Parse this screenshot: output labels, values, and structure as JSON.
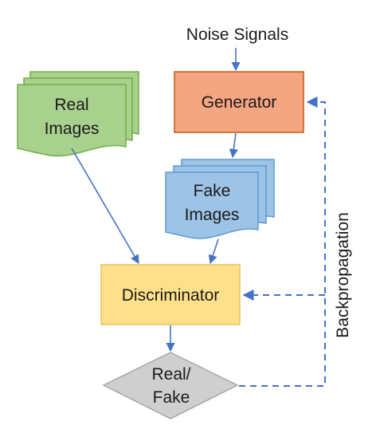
{
  "title": "Noise Signals",
  "nodes": {
    "real_images": {
      "line1": "Real",
      "line2": "Images",
      "fill": "#a9d18e",
      "stroke": "#70ad47"
    },
    "generator": {
      "label": "Generator",
      "fill": "#f4a582",
      "stroke": "#c55a11"
    },
    "fake_images": {
      "line1": "Fake",
      "line2": "Images",
      "fill": "#9dc3e6",
      "stroke": "#5b9bd5"
    },
    "discriminator": {
      "label": "Discriminator",
      "fill": "#ffe08a",
      "stroke": "#e8c35a"
    },
    "decision": {
      "line1": "Real/",
      "line2": "Fake",
      "fill": "#cfcfcf",
      "stroke": "#a6a6a6"
    }
  },
  "feedback": {
    "label": "Backpropagation"
  },
  "colors": {
    "arrow": "#4472c4"
  }
}
